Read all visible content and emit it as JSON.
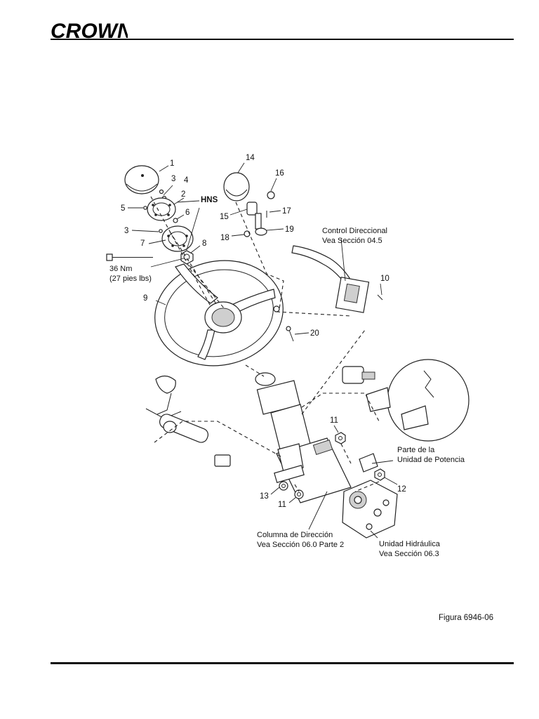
{
  "header": {
    "logo_text": "CROWN"
  },
  "figure": {
    "caption": "Figura 6946-06",
    "callouts": {
      "c1": "1",
      "c2": "2",
      "c3a": "3",
      "c3b": "3",
      "c4": "4",
      "c5": "5",
      "c6": "6",
      "c7": "7",
      "c8": "8",
      "c9": "9",
      "c10": "10",
      "c11a": "11",
      "c11b": "11",
      "c12": "12",
      "c13": "13",
      "c14": "14",
      "c15": "15",
      "c16": "16",
      "c17": "17",
      "c18": "18",
      "c19": "19",
      "c20": "20",
      "hns": "HNS"
    },
    "torque": {
      "line1": "36 Nm",
      "line2": "(27 pies lbs)"
    },
    "labels": {
      "control_line1": "Control Direccional",
      "control_line2": "Vea Sección 04.5",
      "power_line1": "Parte de la",
      "power_line2": "Unidad de Potencia",
      "column_line1": "Columna de Dirección",
      "column_line2": "Vea Sección 06.0 Parte 2",
      "hydraulic_line1": "Unidad Hidráulica",
      "hydraulic_line2": "Vea Sección 06.3"
    }
  }
}
